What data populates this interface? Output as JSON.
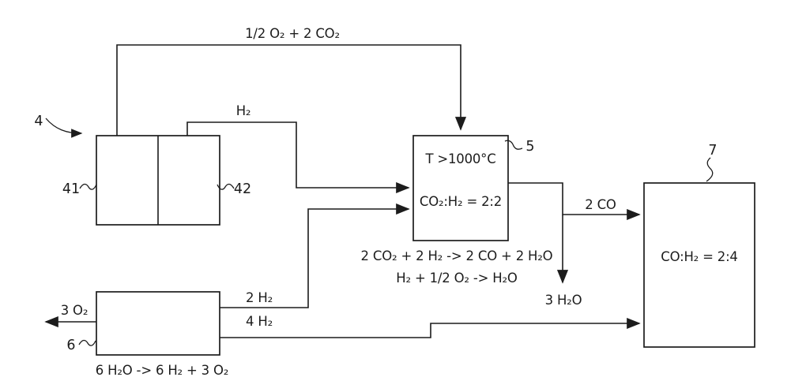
{
  "figure": {
    "flows": {
      "top": "1/2 O₂ + 2 CO₂",
      "h2": "H₂",
      "co": "2 CO",
      "h2o_out": "3 H₂O",
      "o2_out": "3 O₂",
      "h2_2": "2 H₂",
      "h2_4": "4 H₂"
    },
    "reactor": {
      "temperature": "T >1000°C",
      "ratio": "CO₂:H₂ = 2:2",
      "reaction_1": "2 CO₂ + 2 H₂ -> 2 CO + 2 H₂O",
      "reaction_2": "H₂ + 1/2 O₂ -> H₂O"
    },
    "output": {
      "ratio": "CO:H₂ = 2:4"
    },
    "electrolyzer": {
      "equation": "6 H₂O -> 6 H₂ + 3 O₂"
    },
    "refs": {
      "r4": "4",
      "r41": "41",
      "r42": "42",
      "r5": "5",
      "r6": "6",
      "r7": "7"
    }
  }
}
